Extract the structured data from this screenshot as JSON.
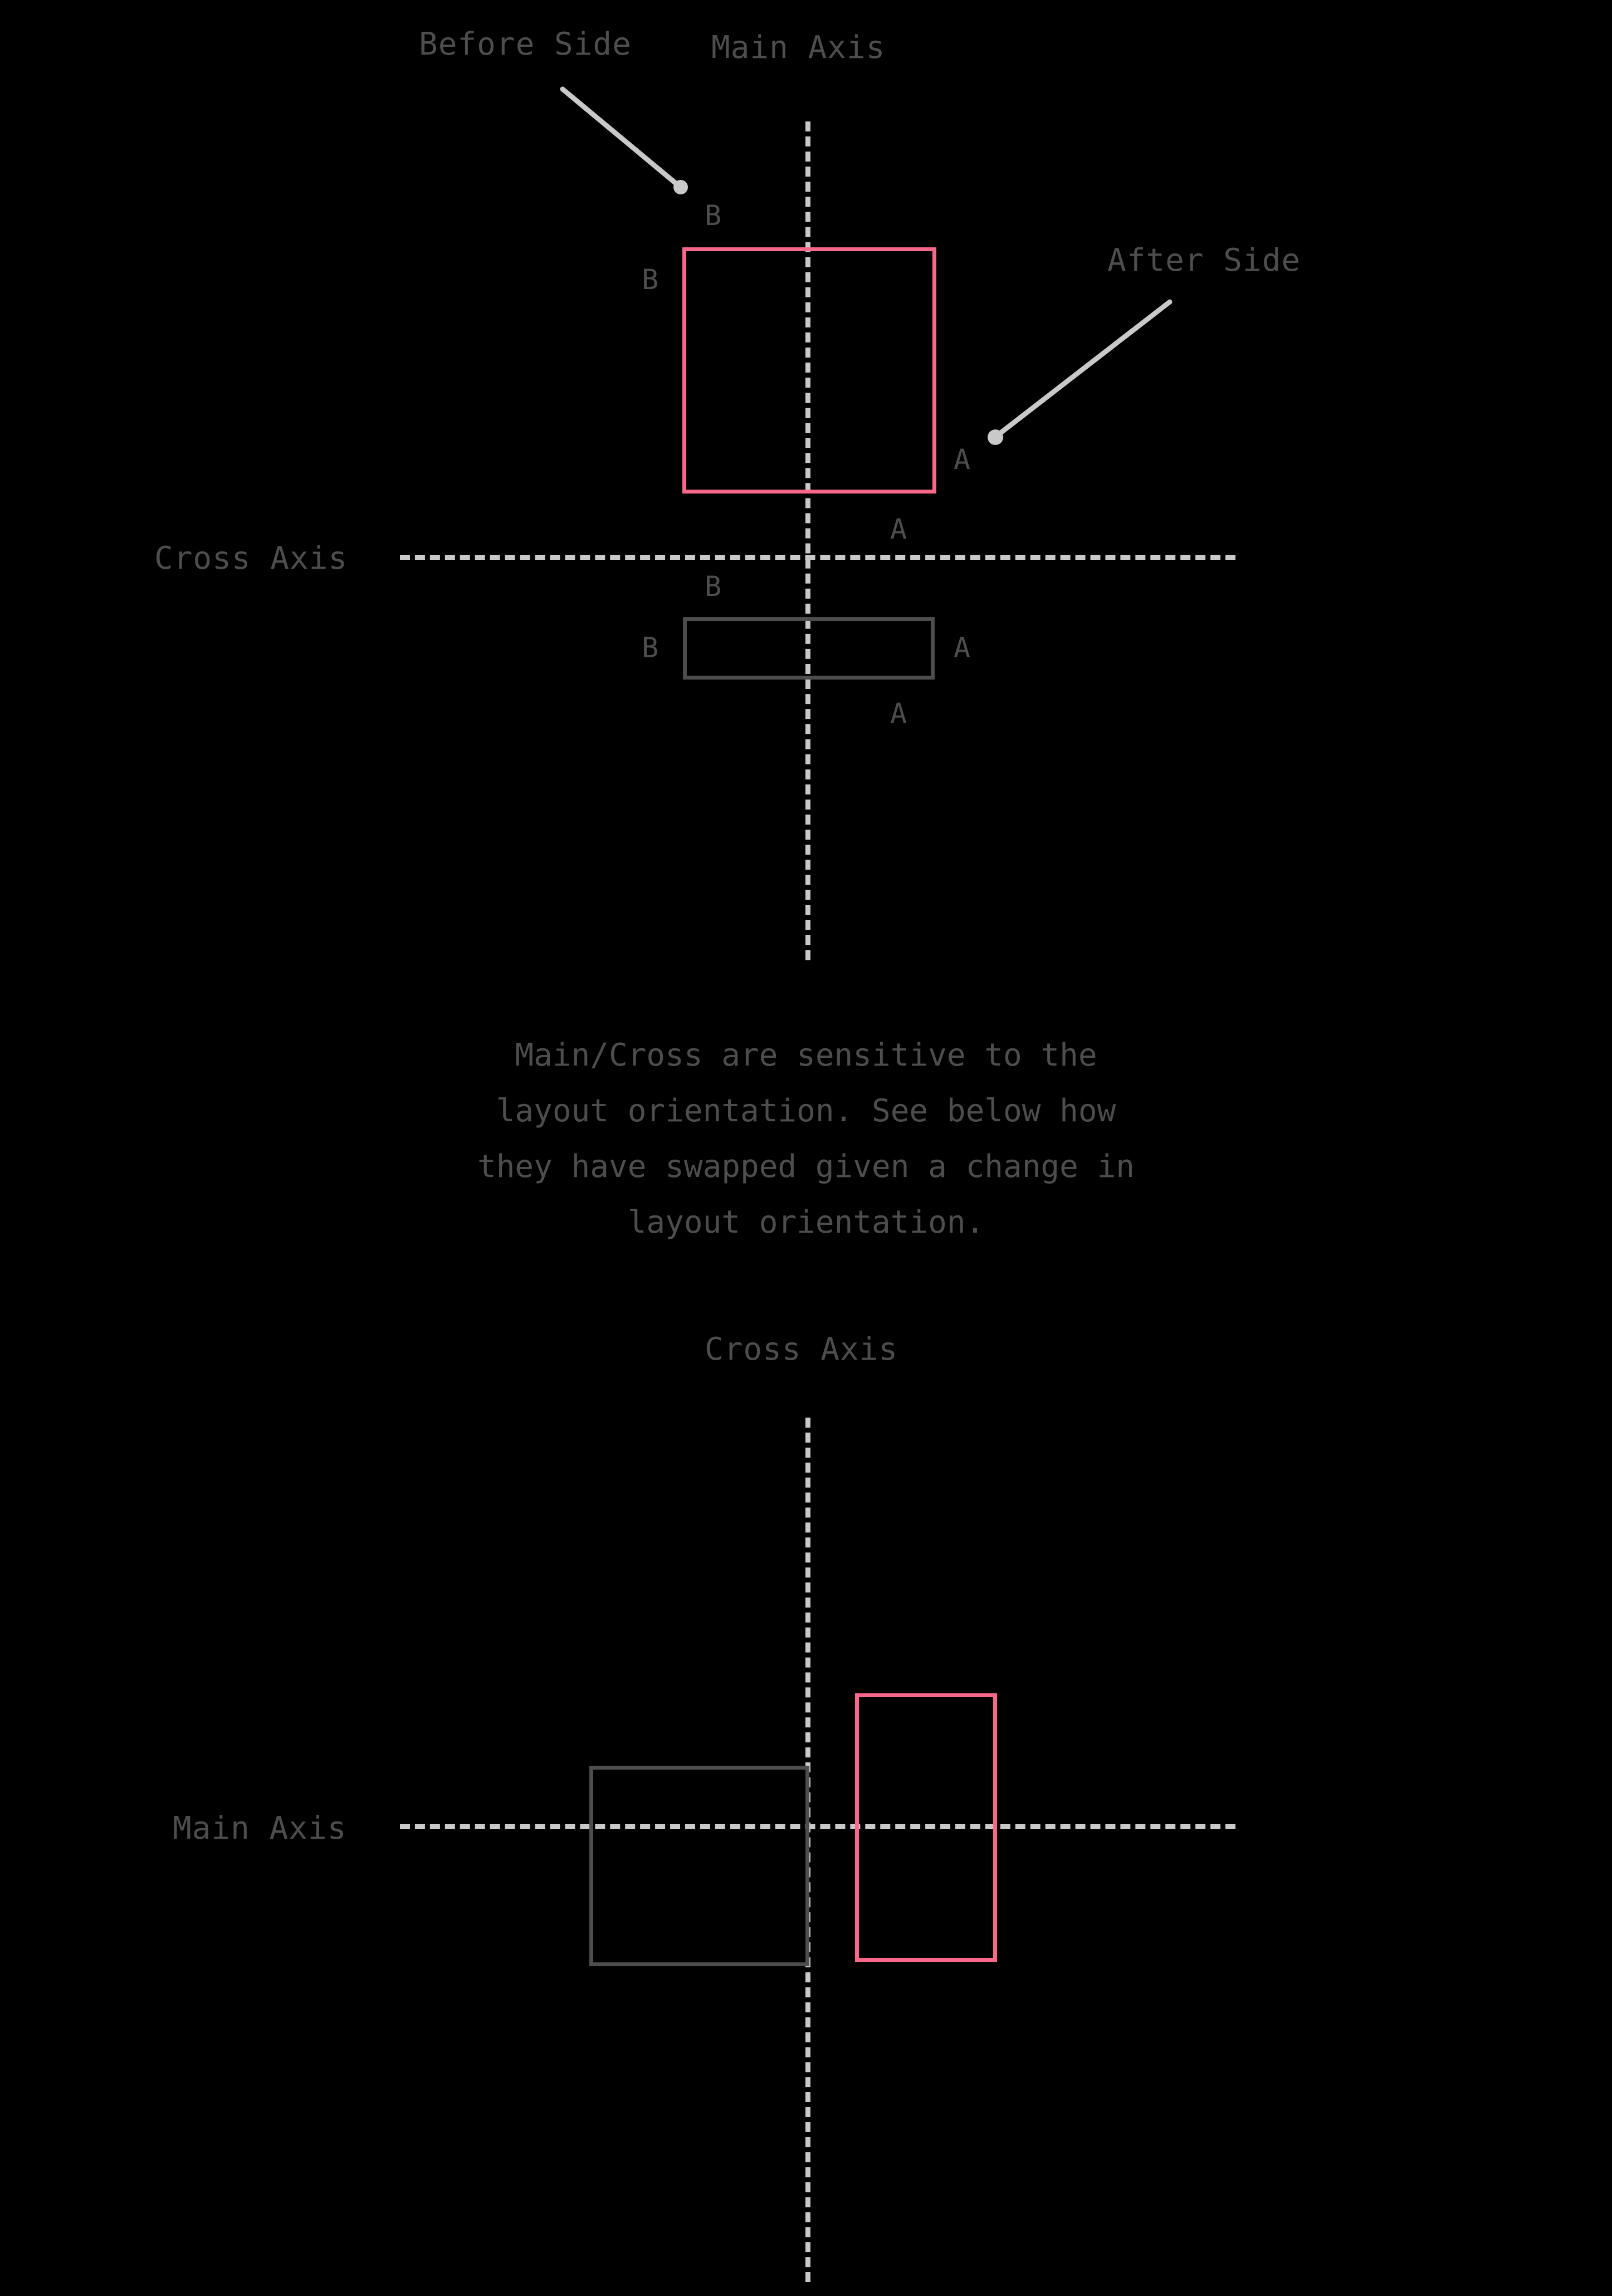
{
  "diagram": {
    "title_semantic": "flexbox-main-cross-axis-diagram",
    "colors": {
      "background": "#000000",
      "pink_box_stroke": "#f9678b",
      "gray_box_stroke": "#4d4d4d",
      "dashed_axis": "#c9c9c9",
      "text": "#4d4d4d",
      "leader_line": "#c9c9c9"
    },
    "top": {
      "before_side_label": "Before Side",
      "after_side_label": "After Side",
      "main_axis_label": "Main Axis",
      "cross_axis_label": "Cross Axis",
      "pink_box": {
        "top_label": "B",
        "left_label": "B",
        "right_label": "A",
        "bottom_label": "A"
      },
      "gray_box": {
        "top_label": "B",
        "left_label": "B",
        "right_label": "A",
        "bottom_label": "A"
      }
    },
    "note": "Main/Cross are sensitive to the\nlayout orientation. See below how\nthey have swapped given a change in\nlayout orientation.",
    "bottom": {
      "cross_axis_label": "Cross Axis",
      "main_axis_label": "Main Axis"
    }
  }
}
